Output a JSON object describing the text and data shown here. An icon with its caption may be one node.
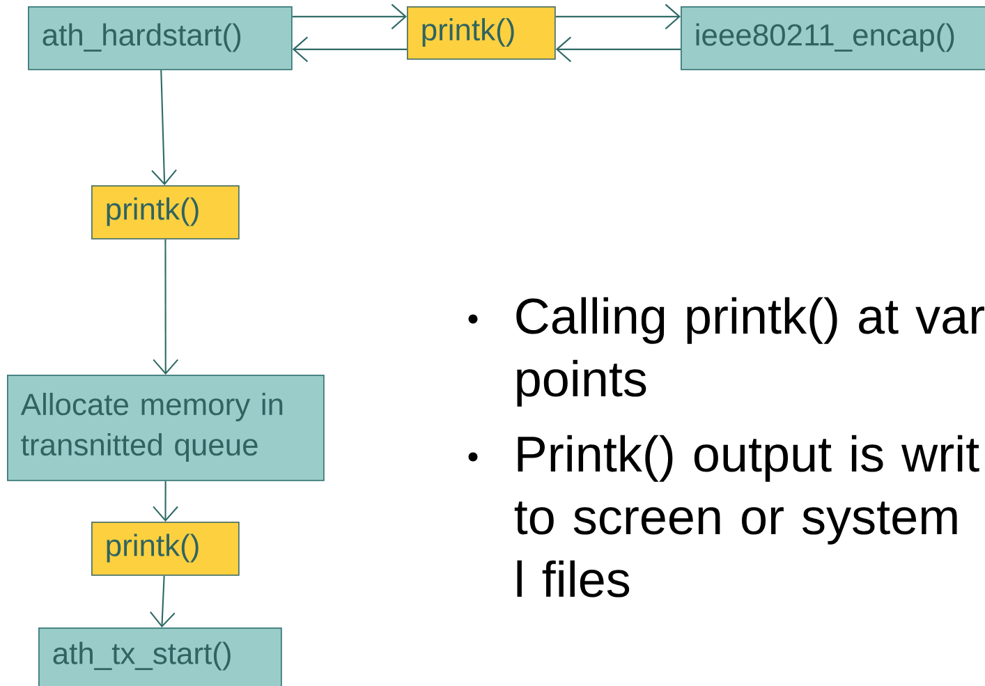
{
  "diagram": {
    "nodes": [
      {
        "text": [
          "ath_hardstart()"
        ]
      },
      {
        "text": [
          "printk()"
        ]
      },
      {
        "text": [
          "ieee80211_encap()"
        ]
      },
      {
        "text": [
          "printk()"
        ]
      },
      {
        "text": [
          "Allocate memory in transnitted queue"
        ]
      },
      {
        "text": [
          "printk()"
        ]
      },
      {
        "text": [
          "ath_tx_start()"
        ]
      }
    ],
    "edges": [
      {
        "from": 0,
        "to": 1,
        "arrow": "to"
      },
      {
        "from": 1,
        "to": 0,
        "arrow": "to"
      },
      {
        "from": 1,
        "to": 2,
        "arrow": "to"
      },
      {
        "from": 2,
        "to": 1,
        "arrow": "to"
      },
      {
        "from": 0,
        "to": 3,
        "arrow": "to"
      },
      {
        "from": 3,
        "to": 4,
        "arrow": "to"
      },
      {
        "from": 4,
        "to": 5,
        "arrow": "to"
      },
      {
        "from": 5,
        "to": 6,
        "arrow": "to"
      }
    ],
    "labels": [
      "Calling printk() at var points",
      "Printk() output is writ to screen or system l files"
    ]
  }
}
